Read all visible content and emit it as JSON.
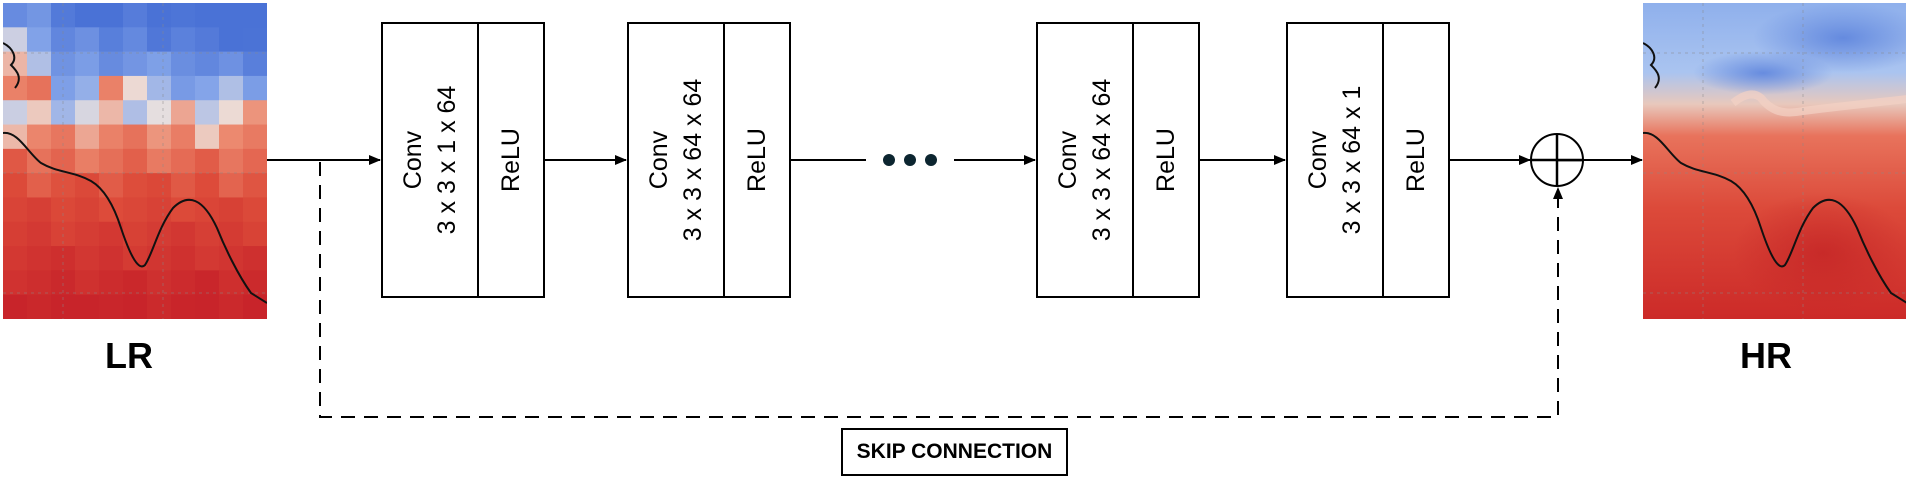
{
  "inputs": {
    "lr_label": "LR",
    "hr_label": "HR"
  },
  "blocks": [
    {
      "op": "Conv",
      "shape": "3 x 3 x 1 x 64",
      "activation": "ReLU"
    },
    {
      "op": "Conv",
      "shape": "3 x 3 x 64 x 64",
      "activation": "ReLU"
    },
    {
      "op": "Conv",
      "shape": "3 x 3 x 64 x 64",
      "activation": "ReLU"
    },
    {
      "op": "Conv",
      "shape": "3 x 3 x 64 x 1",
      "activation": "ReLU"
    }
  ],
  "skip_label": "SKIP CONNECTION",
  "merge_op_icon": "circle-plus-icon",
  "ellipsis_icon": "ellipsis-icon",
  "colors": {
    "cold": "#5b7fdc",
    "warm": "#d83a30",
    "line": "#000000",
    "dots": "#0c2530"
  }
}
